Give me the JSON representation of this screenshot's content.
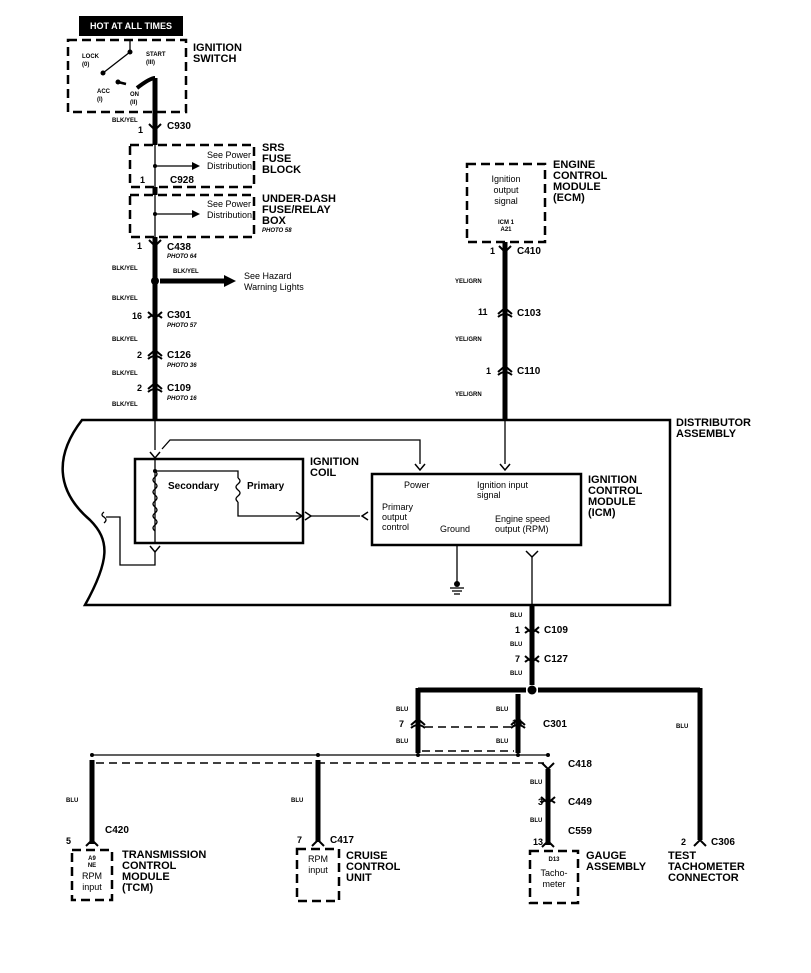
{
  "title_banner": "HOT AT ALL TIMES",
  "ignition_switch": {
    "name": [
      "IGNITION",
      "SWITCH"
    ],
    "positions": {
      "lock": [
        "LOCK",
        "(0)"
      ],
      "start": [
        "START",
        "(III)"
      ],
      "acc": [
        "ACC",
        "(I)"
      ],
      "on": [
        "ON",
        "(II)"
      ]
    }
  },
  "components": {
    "srs_fuse_block": {
      "name": [
        "SRS",
        "FUSE",
        "BLOCK"
      ],
      "note": [
        "See Power",
        "Distribution,"
      ]
    },
    "under_dash_box": {
      "name": [
        "UNDER-DASH",
        "FUSE/RELAY",
        "BOX"
      ],
      "photo": "PHOTO 58",
      "note": [
        "See Power",
        "Distribution,"
      ]
    },
    "hazard_ref": [
      "See Hazard",
      "Warning Lights"
    ],
    "ecm": {
      "name": [
        "ENGINE",
        "CONTROL",
        "MODULE",
        "(ECM)"
      ],
      "inner": [
        "Ignition",
        "output",
        "signal"
      ],
      "pins": [
        "ICM 1",
        "A21"
      ]
    },
    "distributor": {
      "name": [
        "DISTRIBUTOR",
        "ASSEMBLY"
      ]
    },
    "ignition_coil": {
      "name": [
        "IGNITION",
        "COIL"
      ],
      "secondary": "Secondary",
      "primary": "Primary"
    },
    "icm": {
      "name": [
        "IGNITION",
        "CONTROL",
        "MODULE",
        "(ICM)"
      ],
      "power": "Power",
      "ignition_input": [
        "Ignition input",
        "signal"
      ],
      "primary_output": [
        "Primary",
        "output",
        "control"
      ],
      "ground": "Ground",
      "engine_speed": [
        "Engine speed",
        "output (RPM)"
      ]
    },
    "tcm": {
      "name": [
        "TRANSMISSION",
        "CONTROL",
        "MODULE",
        "(TCM)"
      ],
      "pins": [
        "A9",
        "NE"
      ],
      "inner": [
        "RPM",
        "input"
      ]
    },
    "cruise": {
      "name": [
        "CRUISE",
        "CONTROL",
        "UNIT"
      ],
      "inner": [
        "RPM",
        "input"
      ]
    },
    "gauge": {
      "name": [
        "GAUGE",
        "ASSEMBLY"
      ],
      "pin": "D13",
      "inner": [
        "Tacho-",
        "meter"
      ]
    },
    "test_tach": {
      "name": [
        "TEST",
        "TACHOMETER",
        "CONNECTOR"
      ]
    }
  },
  "wires": {
    "blk_yel": "BLK/YEL",
    "yel_grn": "YEL/GRN",
    "blu": "BLU"
  },
  "connectors": {
    "c930": {
      "id": "C930",
      "pin": "1"
    },
    "c928": {
      "id": "C928",
      "pin": "1"
    },
    "c438": {
      "id": "C438",
      "pin": "1",
      "photo": "PHOTO 64"
    },
    "c301a": {
      "id": "C301",
      "pin": "16",
      "photo": "PHOTO 57"
    },
    "c126": {
      "id": "C126",
      "pin": "2",
      "photo": "PHOTO 36"
    },
    "c109a": {
      "id": "C109",
      "pin": "2",
      "photo": "PHOTO 16"
    },
    "c410": {
      "id": "C410",
      "pin": "1"
    },
    "c103": {
      "id": "C103",
      "pin": "11"
    },
    "c110": {
      "id": "C110",
      "pin": "1"
    },
    "c109b": {
      "id": "C109",
      "pin": "1"
    },
    "c127": {
      "id": "C127",
      "pin": "7"
    },
    "c301b": {
      "id": "C301",
      "pin_left": "7",
      "pin_right": "14"
    },
    "c418": {
      "id": "C418"
    },
    "c449": {
      "id": "C449",
      "pin": "3"
    },
    "c559": {
      "id": "C559",
      "pin": "13"
    },
    "c420": {
      "id": "C420",
      "pin": "5"
    },
    "c417": {
      "id": "C417",
      "pin": "7"
    },
    "c306": {
      "id": "C306",
      "pin": "2"
    }
  }
}
